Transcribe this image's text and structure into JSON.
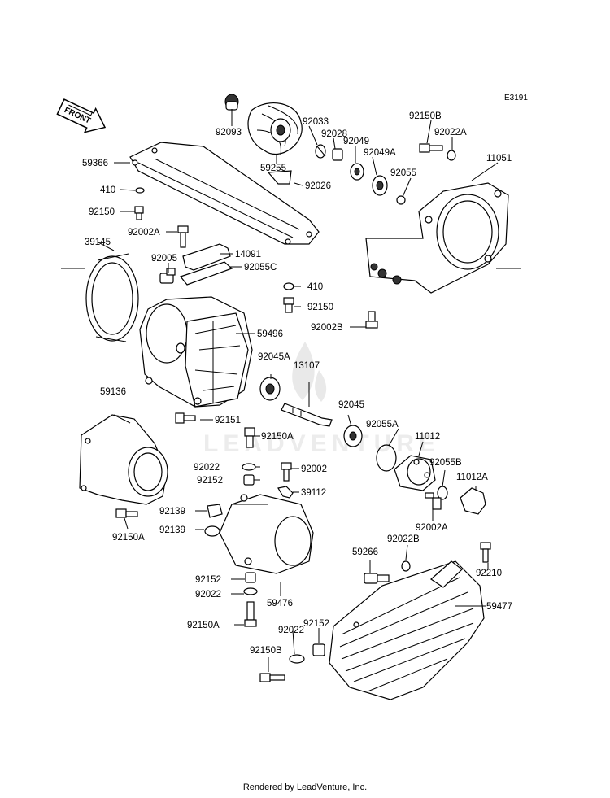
{
  "diagram": {
    "code": "E3191",
    "front_arrow": "FRONT",
    "watermark": "LEADVENTURE",
    "footer": "Rendered by LeadVenture, Inc.",
    "parts": [
      {
        "id": "p92093",
        "number": "92093"
      },
      {
        "id": "p92033",
        "number": "92033"
      },
      {
        "id": "p92028",
        "number": "92028"
      },
      {
        "id": "p92049",
        "number": "92049"
      },
      {
        "id": "p92049A",
        "number": "92049A"
      },
      {
        "id": "p92150B_top",
        "number": "92150B"
      },
      {
        "id": "p92022A",
        "number": "92022A"
      },
      {
        "id": "p11051",
        "number": "11051"
      },
      {
        "id": "p59366",
        "number": "59366"
      },
      {
        "id": "p59255",
        "number": "59255"
      },
      {
        "id": "p92026",
        "number": "92026"
      },
      {
        "id": "p92055",
        "number": "92055"
      },
      {
        "id": "p410_top",
        "number": "410"
      },
      {
        "id": "p92150_top",
        "number": "92150"
      },
      {
        "id": "p92002A_top",
        "number": "92002A"
      },
      {
        "id": "p39145",
        "number": "39145"
      },
      {
        "id": "p14091",
        "number": "14091"
      },
      {
        "id": "p92005",
        "number": "92005"
      },
      {
        "id": "p92055C",
        "number": "92055C"
      },
      {
        "id": "p410_mid",
        "number": "410"
      },
      {
        "id": "p92150_mid",
        "number": "92150"
      },
      {
        "id": "p92002B",
        "number": "92002B"
      },
      {
        "id": "p59496",
        "number": "59496"
      },
      {
        "id": "p92045A",
        "number": "92045A"
      },
      {
        "id": "p13107",
        "number": "13107"
      },
      {
        "id": "p59136",
        "number": "59136"
      },
      {
        "id": "p92151",
        "number": "92151"
      },
      {
        "id": "p92045",
        "number": "92045"
      },
      {
        "id": "p92055A",
        "number": "92055A"
      },
      {
        "id": "p11012",
        "number": "11012"
      },
      {
        "id": "p92150A_mid",
        "number": "92150A"
      },
      {
        "id": "p92022_mid",
        "number": "92022"
      },
      {
        "id": "p92002",
        "number": "92002"
      },
      {
        "id": "p92152_mid",
        "number": "92152"
      },
      {
        "id": "p39112",
        "number": "39112"
      },
      {
        "id": "p92055B",
        "number": "92055B"
      },
      {
        "id": "p11012A",
        "number": "11012A"
      },
      {
        "id": "p92139_a",
        "number": "92139"
      },
      {
        "id": "p92139_b",
        "number": "92139"
      },
      {
        "id": "p92002A_bot",
        "number": "92002A"
      },
      {
        "id": "p92150A_left",
        "number": "92150A"
      },
      {
        "id": "p92022B",
        "number": "92022B"
      },
      {
        "id": "p59266",
        "number": "59266"
      },
      {
        "id": "p92210",
        "number": "92210"
      },
      {
        "id": "p92152_low",
        "number": "92152"
      },
      {
        "id": "p92022_low",
        "number": "92022"
      },
      {
        "id": "p59476",
        "number": "59476"
      },
      {
        "id": "p59477",
        "number": "59477"
      },
      {
        "id": "p92150A_low",
        "number": "92150A"
      },
      {
        "id": "p92022_bot",
        "number": "92022"
      },
      {
        "id": "p92152_bot",
        "number": "92152"
      },
      {
        "id": "p92150B_bot",
        "number": "92150B"
      }
    ]
  }
}
